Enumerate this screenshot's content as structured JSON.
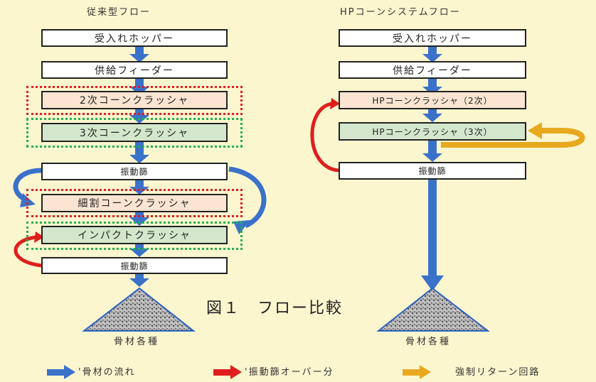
{
  "left_flow": {
    "title": "従来型フロー",
    "steps": [
      "受入れホッパー",
      "供給フィーダー",
      "2次コーンクラッシャ",
      "3次コーンクラッシャ",
      "振動篩",
      "細割コーンクラッシャ",
      "インパクトクラッシャ",
      "振動篩"
    ],
    "output": "骨材各種"
  },
  "right_flow": {
    "title": "HPコーンシステムフロー",
    "steps": [
      "受入れホッパー",
      "供給フィーダー",
      "HPコーンクラッシャ（2次）",
      "HPコーンクラッシャ（3次）",
      "振動篩"
    ],
    "output": "骨材各種"
  },
  "caption": "図１　フロー比較",
  "legend": {
    "items": [
      {
        "label": "'骨材の流れ",
        "color": "#3a72c9"
      },
      {
        "label": "'振動篩オーバー分",
        "color": "#e01e1e"
      },
      {
        "label": "強制リターン回路",
        "color": "#e8a91f"
      }
    ]
  },
  "colors": {
    "flow": "#3a72c9",
    "oversize": "#e01e1e",
    "return": "#e8a91f",
    "pink_box": "#fbe5d2",
    "green_box": "#d4e7cc"
  }
}
